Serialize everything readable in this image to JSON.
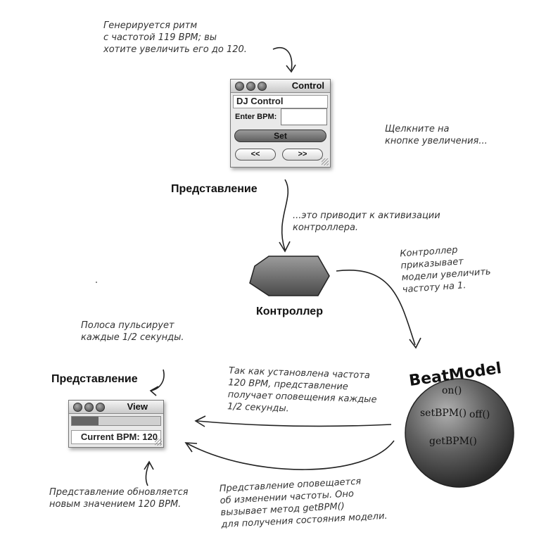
{
  "notes": {
    "top": "Генерируется ритм\nс частотой 119 BPM; вы\nхотите увеличить его до 120.",
    "click": "Щелкните на\nкнопке увеличения...",
    "activate": "...это приводит к активизации\nконтроллера.",
    "controller_tells": "Контроллер\nприказывает\nмодели увеличить\nчастоту на 1.",
    "pulse": "Полоса пульсирует\nкаждые 1/2 секунды.",
    "notify_half": "Так как установлена частота\n120 BPM, представление\nполучает оповещения каждые\n1/2 секунды.",
    "view_updated": "Представление обновляется\nновым значением 120 BPM.",
    "view_notified": "Представление оповещается\nоб изменении частоты. Оно\nвызывает метод getBPM()\nдля получения состояния модели."
  },
  "labels": {
    "view_top": "Представление",
    "controller": "Контроллер",
    "view_bottom": "Представление"
  },
  "control_window": {
    "title": "Control",
    "header": "DJ Control",
    "bpm_label": "Enter BPM:",
    "bpm_value": "",
    "set_button": "Set",
    "decrease_button": "<<",
    "increase_button": ">>"
  },
  "view_window": {
    "title": "View",
    "current_bpm": "Current BPM: 120"
  },
  "beat_model": {
    "title": "BeatModel",
    "methods": [
      "on()",
      "setBPM()",
      "off()",
      "getBPM()"
    ]
  }
}
